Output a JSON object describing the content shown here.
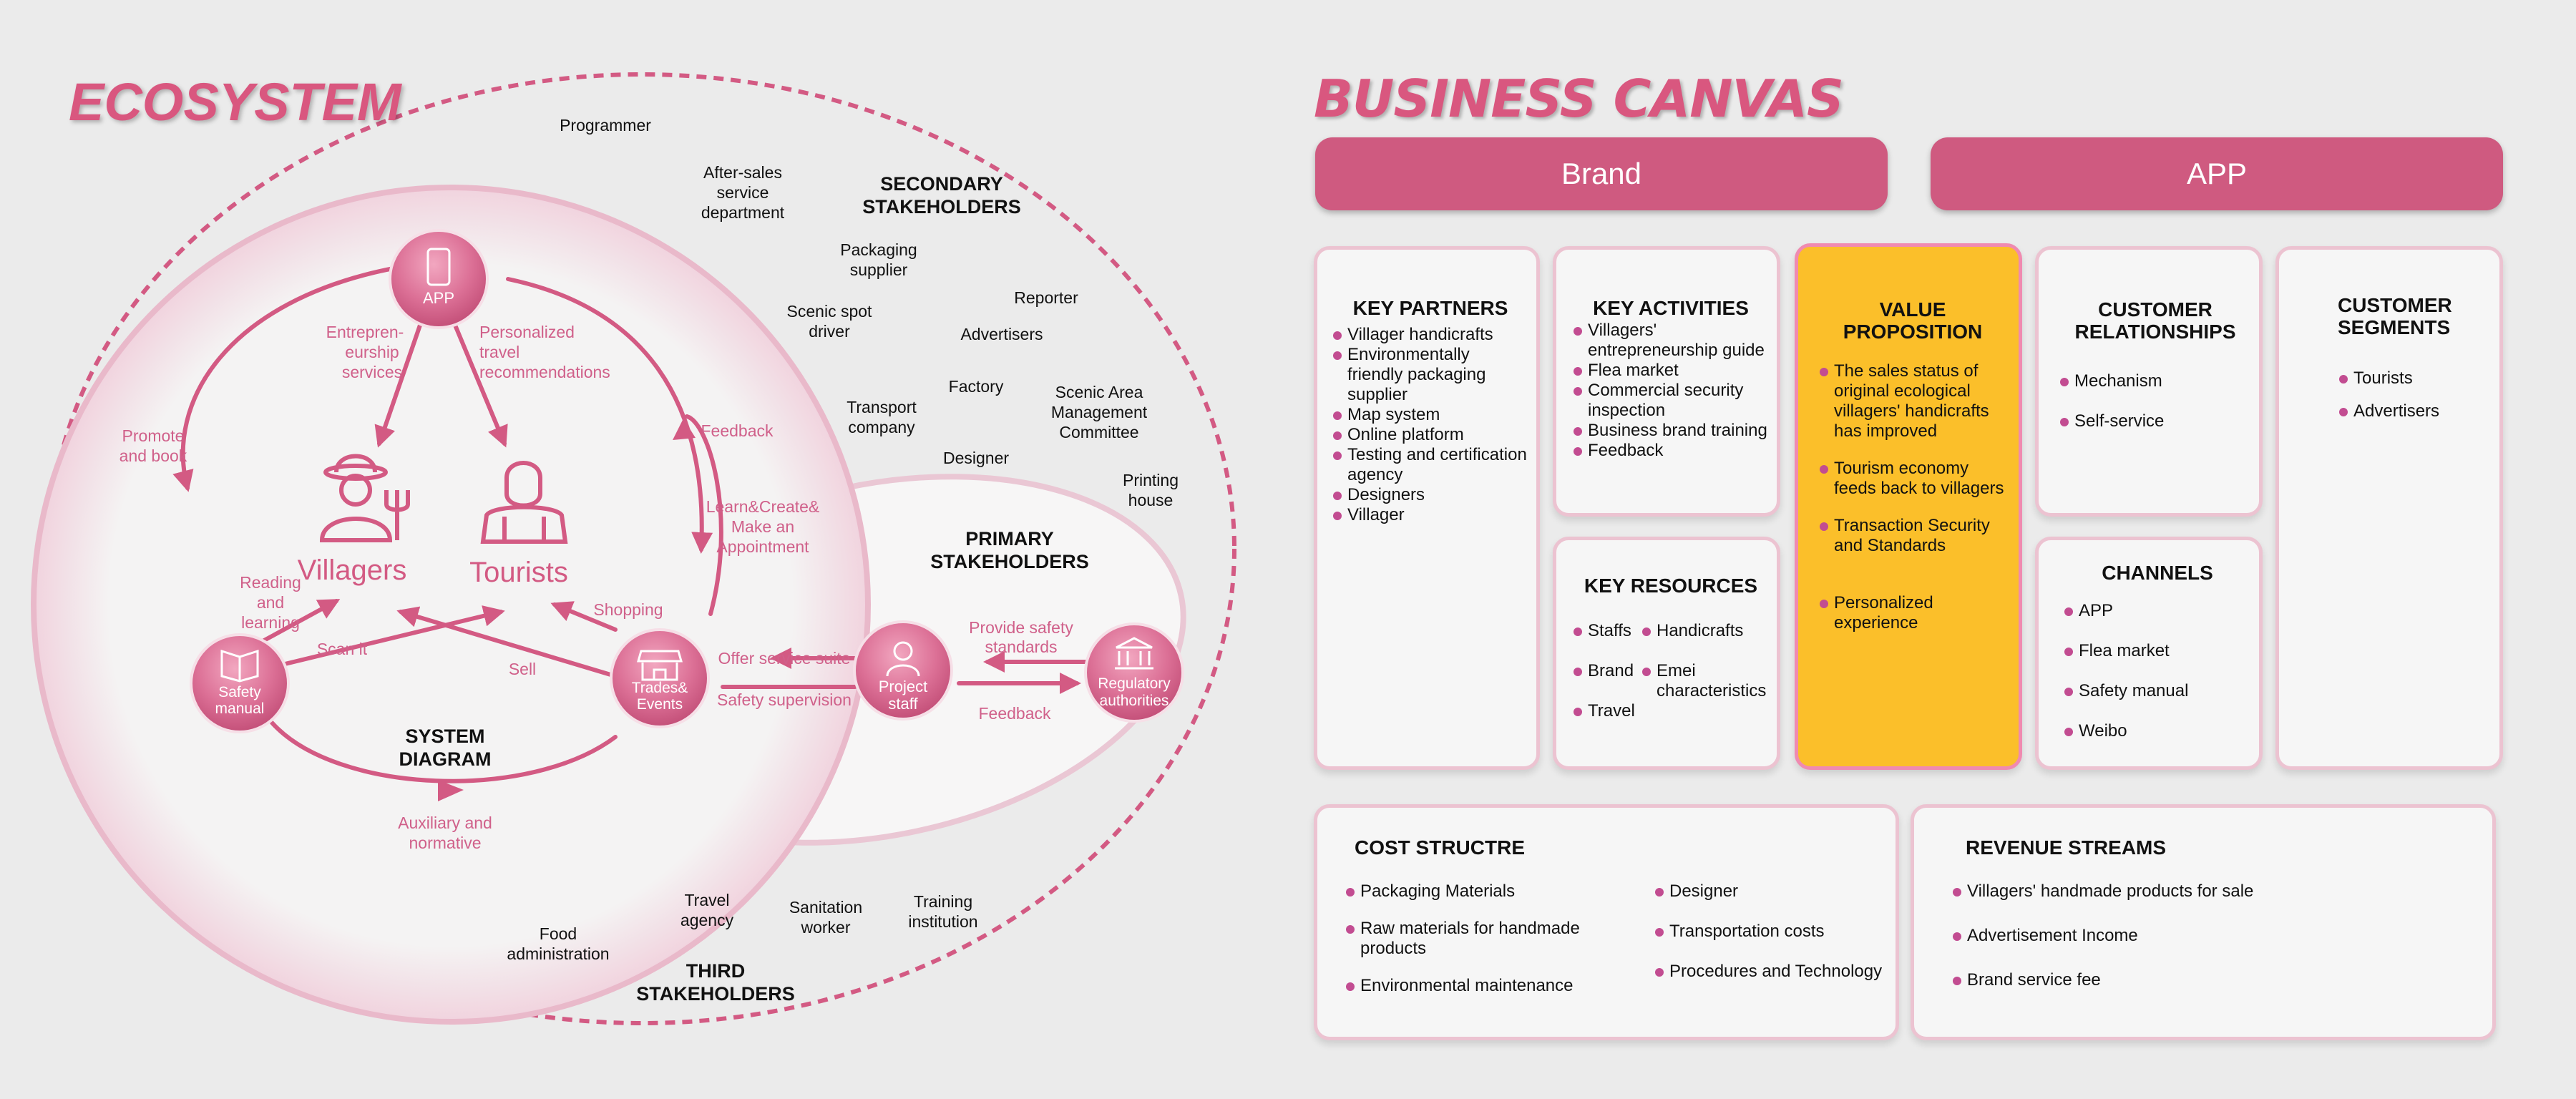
{
  "ecosystem": {
    "title": "ECOSYSTEM",
    "system_diagram": [
      "SYSTEM",
      "DIAGRAM"
    ],
    "nodes": {
      "app": "APP",
      "safety": [
        "Safety",
        "manual"
      ],
      "trades": [
        "Trades&",
        "Events"
      ],
      "project": [
        "Project",
        "staff"
      ],
      "regulatory": [
        "Regulatory",
        "authorities"
      ],
      "villagers": "Villagers",
      "tourists": "Tourists"
    },
    "arrow_labels": {
      "entrepreneurship": [
        "Entrepren-",
        "eurship",
        "services"
      ],
      "personalized": [
        "Personalized",
        "travel",
        "recommendations"
      ],
      "promote": [
        "Promote",
        "and book"
      ],
      "feedback": "Feedback",
      "learn": [
        "Learn&Create&",
        "Make an",
        "Appointment"
      ],
      "reading": [
        "Reading",
        "and",
        "learning"
      ],
      "scan": "Scan it",
      "sell": "Sell",
      "shopping": "Shopping",
      "offer": "Offer service suite",
      "safety_supervision": "Safety supervision",
      "provide": [
        "Provide safety",
        "standards"
      ],
      "feedback2": "Feedback",
      "auxiliary": [
        "Auxiliary and",
        "normative"
      ]
    },
    "primary_title": [
      "PRIMARY",
      "STAKEHOLDERS"
    ],
    "secondary_title": [
      "SECONDARY",
      "STAKEHOLDERS"
    ],
    "third_title": [
      "THIRD",
      "STAKEHOLDERS"
    ],
    "secondary": {
      "programmer": [
        "Programmer"
      ],
      "after_sales": [
        "After-sales",
        "service",
        "department"
      ],
      "packaging": [
        "Packaging",
        "supplier"
      ],
      "reporter": [
        "Reporter"
      ],
      "scenic_driver": [
        "Scenic spot",
        "driver"
      ],
      "advertisers": [
        "Advertisers"
      ],
      "factory": [
        "Factory"
      ],
      "scenic_area": [
        "Scenic Area",
        "Management",
        "Committee"
      ],
      "transport": [
        "Transport",
        "company"
      ],
      "designer": [
        "Designer"
      ],
      "printing": [
        "Printing",
        "house"
      ]
    },
    "third": {
      "travel": [
        "Travel",
        "agency"
      ],
      "sanitation": [
        "Sanitation",
        "worker"
      ],
      "training": [
        "Training",
        "institution"
      ],
      "food": [
        "Food",
        "administration"
      ]
    }
  },
  "canvas": {
    "title": "BUSINESS CANVAS",
    "brand": "Brand",
    "app": "APP",
    "key_partners": {
      "title": "KEY PARTNERS",
      "items": [
        "Villager handicrafts",
        "Environmentally friendly packaging supplier",
        "Map system",
        "Online platform",
        "Testing and certification agency",
        "Designers",
        "Villager"
      ]
    },
    "key_activities": {
      "title": "KEY ACTIVITIES",
      "items": [
        "Villagers' entrepreneurship guide",
        "Flea market",
        "Commercial security inspection",
        "Business brand training",
        "Feedback"
      ]
    },
    "value_proposition": {
      "title": [
        "VALUE",
        "PROPOSITION"
      ],
      "items": [
        "The sales status of original ecological villagers' handicrafts has improved",
        "Tourism economy feeds back to villagers",
        "Transaction Security and Standards",
        "Personalized experience"
      ]
    },
    "customer_relationships": {
      "title": [
        "CUSTOMER",
        "RELATIONSHIPS"
      ],
      "items": [
        "Mechanism",
        "Self-service"
      ]
    },
    "customer_segments": {
      "title": [
        "CUSTOMER",
        "SEGMENTS"
      ],
      "items": [
        "Tourists",
        "Advertisers"
      ]
    },
    "key_resources": {
      "title": "KEY RESOURCES",
      "col1": [
        "Staffs",
        "Brand",
        "Travel"
      ],
      "col2": [
        "Handicrafts",
        "Emei characteristics"
      ]
    },
    "channels": {
      "title": "CHANNELS",
      "items": [
        "APP",
        "Flea market",
        "Safety manual",
        "Weibo"
      ]
    },
    "cost_structure": {
      "title": "COST STRUCTRE",
      "col1": [
        "Packaging Materials",
        "Raw materials for handmade products",
        "Environmental maintenance"
      ],
      "col2": [
        "Designer",
        "Transportation costs",
        "Procedures and Technology"
      ]
    },
    "revenue_streams": {
      "title": "REVENUE STREAMS",
      "items": [
        "Villagers' handmade products for sale",
        "Advertisement Income",
        "Brand service fee"
      ]
    }
  },
  "colors": {
    "accent": "#cf5a80",
    "arrow": "#d35a83",
    "highlight": "#fbbf2a",
    "bullet": "#c24c91"
  }
}
